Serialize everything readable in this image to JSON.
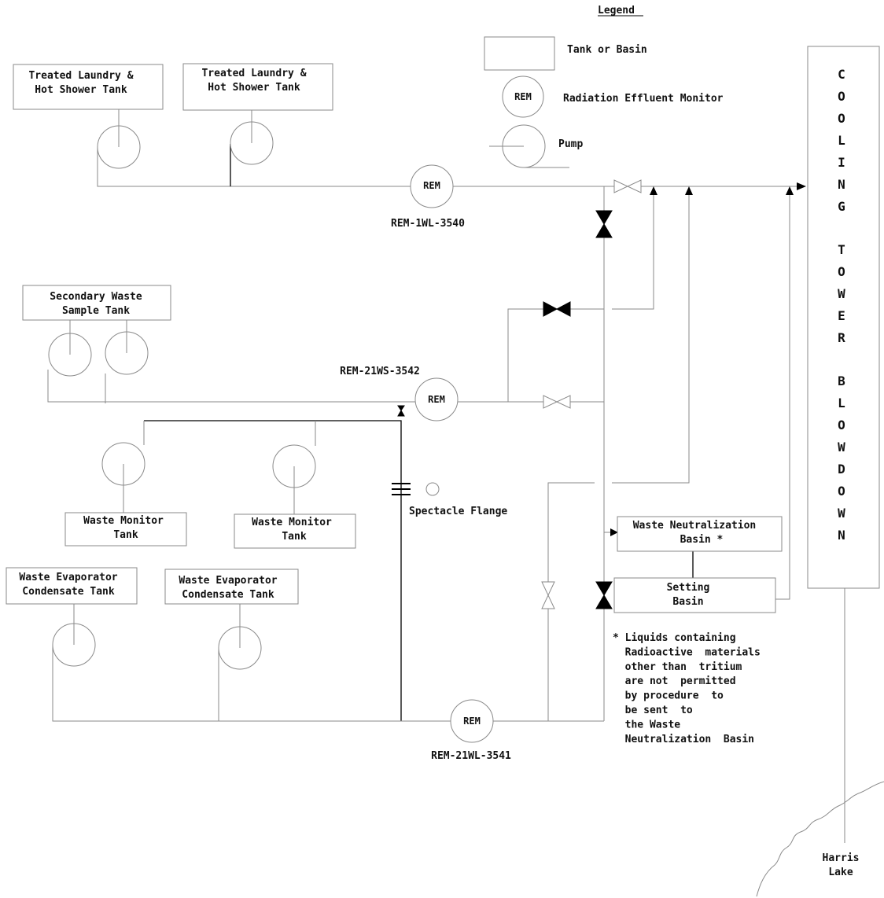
{
  "legend": {
    "title": "Legend",
    "tank_label": "Tank or Basin",
    "rem_symbol": "REM",
    "rem_label": "Radiation Effluent Monitor",
    "pump_label": "Pump"
  },
  "tanks": {
    "laundry_1": [
      "Treated Laundry &",
      "Hot Shower Tank"
    ],
    "laundry_2": [
      "Treated Laundry &",
      "Hot Shower Tank"
    ],
    "secondary": [
      "Secondary  Waste",
      "Sample  Tank"
    ],
    "monitor_1": [
      "Waste Monitor",
      "Tank"
    ],
    "monitor_2": [
      "Waste Monitor",
      "Tank"
    ],
    "evap_1": [
      "Waste Evaporator",
      "Condensate Tank"
    ],
    "evap_2": [
      "Waste Evaporator",
      "Condensate Tank"
    ],
    "neutralization": [
      "Waste Neutralization",
      "Basin  *"
    ],
    "setting": [
      "Setting",
      "Basin"
    ]
  },
  "monitors": {
    "symbol": "REM",
    "rem_1wl": "REM-1WL-3540",
    "rem_21ws": "REM-21WS-3542",
    "rem_21wl": "REM-21WL-3541"
  },
  "spectacle_flange": "Spectacle Flange",
  "tower_letters": [
    "C",
    "O",
    "O",
    "L",
    "I",
    "N",
    "G",
    "",
    "T",
    "O",
    "W",
    "E",
    "R",
    "",
    "B",
    "L",
    "O",
    "W",
    "D",
    "O",
    "W",
    "N"
  ],
  "lake": [
    "Harris",
    "Lake"
  ],
  "note": [
    "* Liquids containing",
    "  Radioactive  materials",
    "  other than  tritium",
    "  are not  permitted",
    "  by procedure  to",
    "  be sent  to",
    "  the Waste",
    "  Neutralization  Basin"
  ]
}
